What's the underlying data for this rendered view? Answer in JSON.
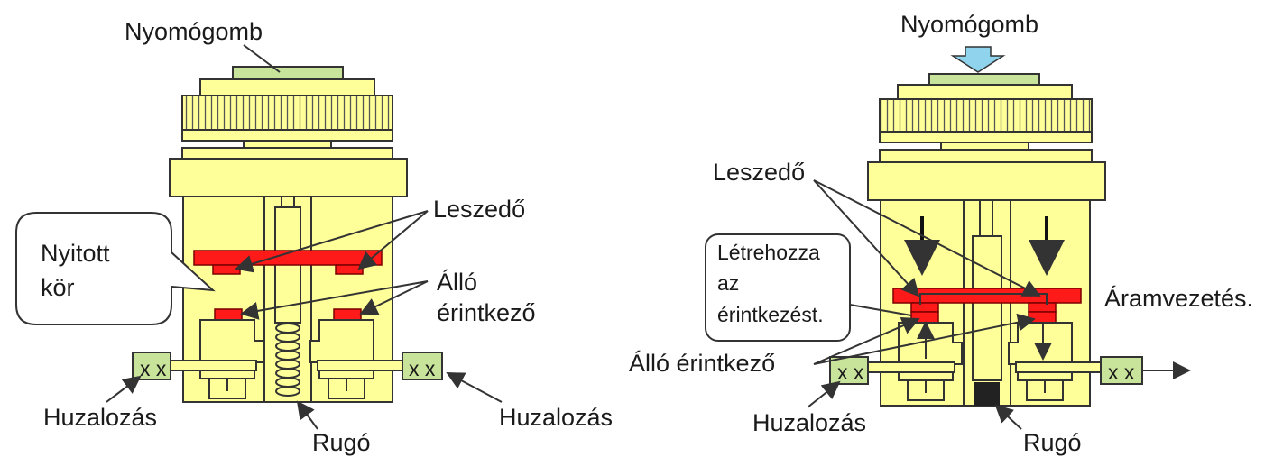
{
  "left": {
    "nyomogomb": "Nyomógomb",
    "leszedo": "Leszedő",
    "nyitott_line1": "Nyitott",
    "nyitott_line2": "kör",
    "allo_line1": "Álló",
    "allo_line2": "érintkező",
    "huzalozas_left": "Huzalozás",
    "huzalozas_right": "Huzalozás",
    "rugo": "Rugó",
    "wire_mark_left": "x x",
    "wire_mark_right": "x x"
  },
  "right": {
    "nyomogomb": "Nyomógomb",
    "leszedo": "Leszedő",
    "callout_line1": "Létrehozza",
    "callout_line2": "az",
    "callout_line3": "érintkezést.",
    "allo": "Álló érintkező",
    "aramvezetes": "Áramvezetés.",
    "huzalozas": "Huzalozás",
    "rugo": "Rugó",
    "wire_mark_left": "x x",
    "wire_mark_right": "x x"
  },
  "colors": {
    "body": "#ffff99",
    "contact": "#ff1a1a",
    "button": "#c8e39a",
    "press_arrow": "#8fd3ec"
  }
}
